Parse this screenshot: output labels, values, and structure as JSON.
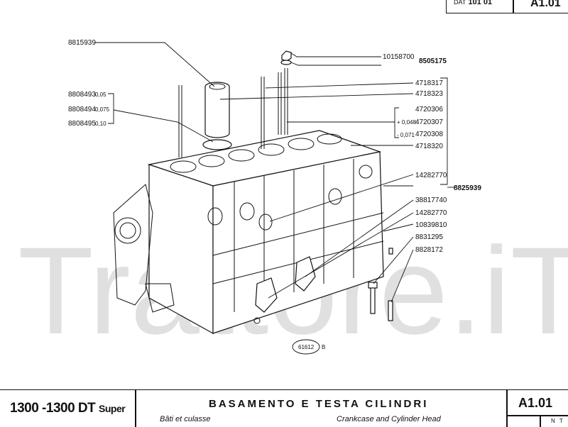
{
  "header": {
    "dat_label": "DAT",
    "dat_value": "101 01",
    "code": "A1.01"
  },
  "watermark": "Trattore.iT",
  "diagram": {
    "parts": {
      "p8815939": "8815939",
      "p8808493": "8808493",
      "p8808494": "8808494",
      "p8808495": "8808495",
      "t005": "0,05",
      "t0075": "0,075",
      "t010": "0,10",
      "p10158700": "10158700",
      "p8505175": "8505175",
      "p4718317": "4718317",
      "p4718323": "4718323",
      "p4720306": "4720306",
      "p4720307": "4720307",
      "p4720308": "4720308",
      "tp0048": "+ 0,048",
      "tm0071": "- 0,071",
      "p4718320": "4718320",
      "p14282770a": "14282770",
      "p8825939": "8825939",
      "p38817740": "38817740",
      "p14282770b": "14282770",
      "p10839810": "10839810",
      "p8831295": "8831295",
      "p8828172": "8828172"
    },
    "figure_id": "61612",
    "figure_suffix": "B"
  },
  "footer": {
    "model": "1300 -1300 DT",
    "model_suffix": "Super",
    "title_it": "BASAMENTO E TESTA CILINDRI",
    "title_fr": "Bâti et culasse",
    "title_en": "Crankcase and Cylinder Head",
    "code": "A1.01",
    "nt": "N T"
  }
}
